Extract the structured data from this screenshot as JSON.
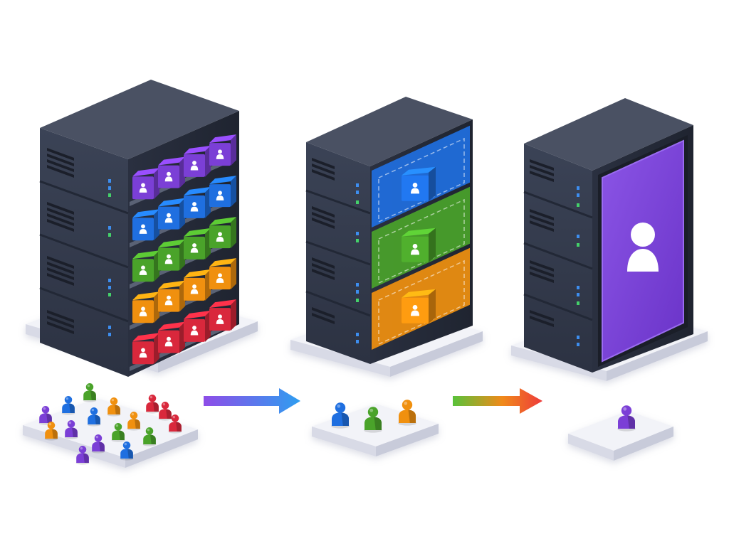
{
  "diagram": {
    "colors": {
      "purple": "#7b3fd6",
      "blue": "#1f6fe0",
      "green": "#4aa32a",
      "orange": "#f0900f",
      "red": "#d9283c",
      "server_front": "#353c4d",
      "server_top": "#4a5163",
      "server_side": "#262b38",
      "led_blue": "#3d8ef0",
      "led_green": "#44d16a",
      "platform": "#e9eaf3"
    },
    "stages": [
      {
        "id": "many-tenants",
        "server_layout": "grid",
        "shelf_rows": [
          "purple",
          "blue",
          "green",
          "orange",
          "red"
        ],
        "tiles_per_row": 4,
        "user_count": 16
      },
      {
        "id": "grouped-tenants",
        "server_layout": "compartments",
        "compartments": [
          "blue",
          "green",
          "orange"
        ],
        "user_colors": [
          "blue",
          "green",
          "orange"
        ]
      },
      {
        "id": "single-tenant",
        "server_layout": "single",
        "panel_color": "purple",
        "user_colors": [
          "purple"
        ]
      }
    ],
    "arrows": [
      {
        "from": "many-tenants",
        "to": "grouped-tenants",
        "gradient": [
          "#8e4de8",
          "#2e9ef0"
        ]
      },
      {
        "from": "grouped-tenants",
        "to": "single-tenant",
        "gradient": [
          "#58c23a",
          "#f08a1a",
          "#ee3b3b"
        ]
      }
    ],
    "icons": [
      "user-icon"
    ]
  }
}
